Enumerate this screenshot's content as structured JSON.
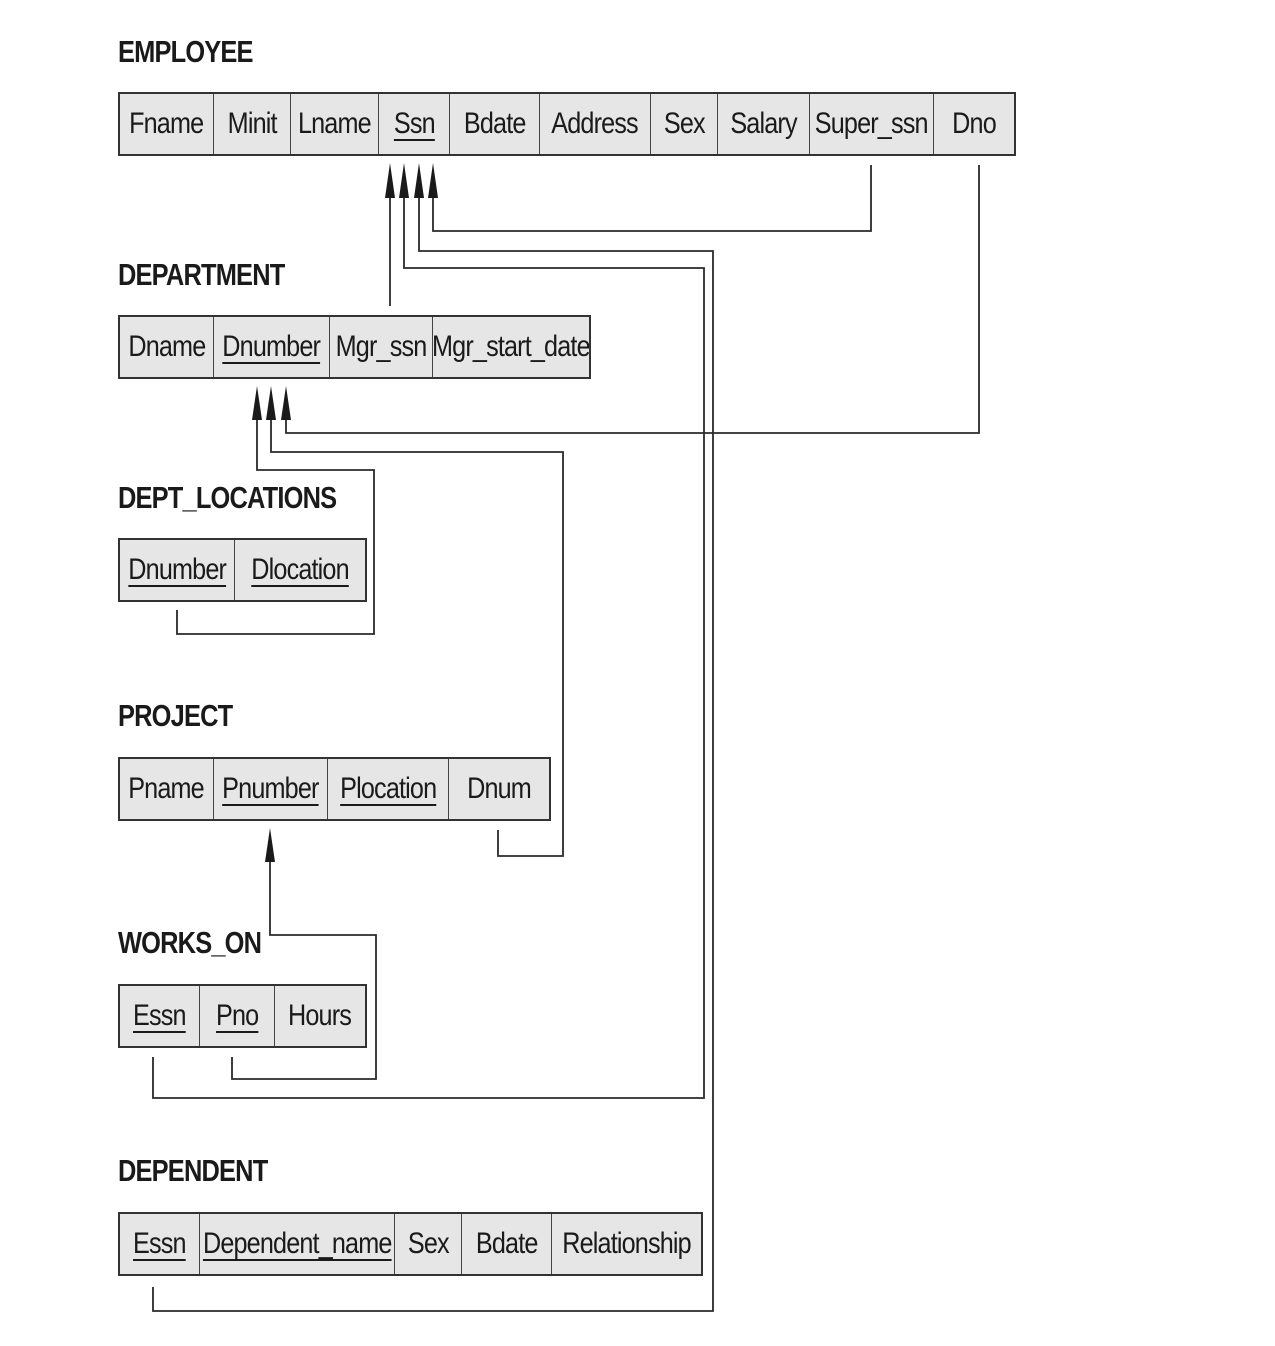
{
  "diagram": {
    "relations": [
      {
        "id": "employee",
        "title": "EMPLOYEE",
        "attributes": [
          {
            "name": "Fname",
            "key": false
          },
          {
            "name": "Minit",
            "key": false
          },
          {
            "name": "Lname",
            "key": false
          },
          {
            "name": "Ssn",
            "key": true
          },
          {
            "name": "Bdate",
            "key": false
          },
          {
            "name": "Address",
            "key": false
          },
          {
            "name": "Sex",
            "key": false
          },
          {
            "name": "Salary",
            "key": false
          },
          {
            "name": "Super_ssn",
            "key": false
          },
          {
            "name": "Dno",
            "key": false
          }
        ]
      },
      {
        "id": "department",
        "title": "DEPARTMENT",
        "attributes": [
          {
            "name": "Dname",
            "key": false
          },
          {
            "name": "Dnumber",
            "key": true
          },
          {
            "name": "Mgr_ssn",
            "key": false
          },
          {
            "name": "Mgr_start_date",
            "key": false
          }
        ]
      },
      {
        "id": "dept-locations",
        "title": "DEPT_LOCATIONS",
        "attributes": [
          {
            "name": "Dnumber",
            "key": true
          },
          {
            "name": "Dlocation",
            "key": true
          }
        ]
      },
      {
        "id": "project",
        "title": "PROJECT",
        "attributes": [
          {
            "name": "Pname",
            "key": false
          },
          {
            "name": "Pnumber",
            "key": true
          },
          {
            "name": "Plocation",
            "key": true
          },
          {
            "name": "Dnum",
            "key": false
          }
        ]
      },
      {
        "id": "works-on",
        "title": "WORKS_ON",
        "attributes": [
          {
            "name": "Essn",
            "key": true
          },
          {
            "name": "Pno",
            "key": true
          },
          {
            "name": "Hours",
            "key": false
          }
        ]
      },
      {
        "id": "dependent",
        "title": "DEPENDENT",
        "attributes": [
          {
            "name": "Essn",
            "key": true
          },
          {
            "name": "Dependent_name",
            "key": true
          },
          {
            "name": "Sex",
            "key": false
          },
          {
            "name": "Bdate",
            "key": false
          },
          {
            "name": "Relationship",
            "key": false
          }
        ]
      }
    ],
    "references": [
      {
        "from": "EMPLOYEE.Super_ssn",
        "to": "EMPLOYEE.Ssn"
      },
      {
        "from": "EMPLOYEE.Dno",
        "to": "DEPARTMENT.Dnumber"
      },
      {
        "from": "DEPARTMENT.Mgr_ssn",
        "to": "EMPLOYEE.Ssn"
      },
      {
        "from": "DEPT_LOCATIONS.Dnumber",
        "to": "DEPARTMENT.Dnumber"
      },
      {
        "from": "PROJECT.Dnum",
        "to": "DEPARTMENT.Dnumber"
      },
      {
        "from": "WORKS_ON.Pno",
        "to": "PROJECT.Pnumber"
      },
      {
        "from": "WORKS_ON.Essn",
        "to": "EMPLOYEE.Ssn"
      },
      {
        "from": "DEPENDENT.Essn",
        "to": "EMPLOYEE.Ssn"
      }
    ]
  }
}
